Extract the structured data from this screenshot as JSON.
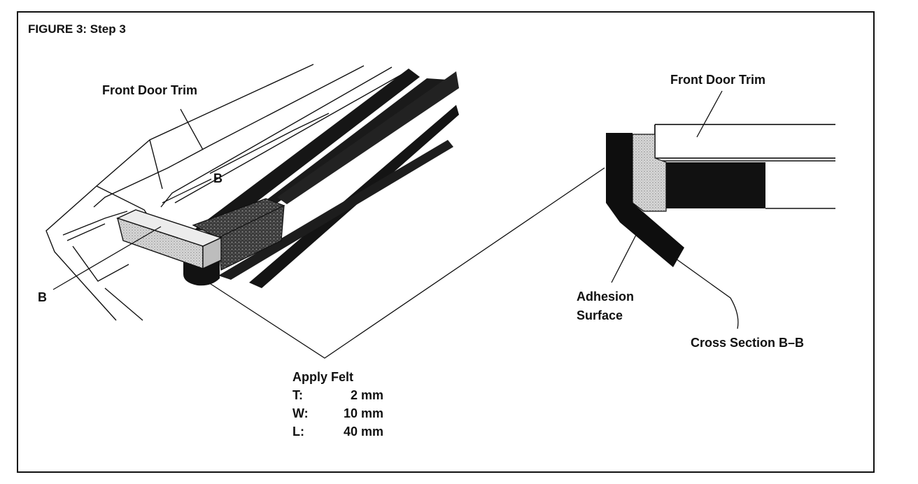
{
  "figure": {
    "title": "FIGURE 3: Step 3"
  },
  "left_view": {
    "trim_label": "Front Door Trim",
    "section_mark_top": "B",
    "section_mark_bottom": "B"
  },
  "right_view": {
    "trim_label": "Front Door Trim",
    "adhesion_label_line1": "Adhesion",
    "adhesion_label_line2": "Surface",
    "cross_section_label": "Cross Section B–B"
  },
  "felt_spec": {
    "heading": "Apply Felt",
    "rows": [
      {
        "key": "T:",
        "value": "2 mm"
      },
      {
        "key": "W:",
        "value": "10 mm"
      },
      {
        "key": "L:",
        "value": "40 mm"
      }
    ]
  },
  "colors": {
    "ink": "#111111",
    "felt_fill": "#cfcfcf",
    "panel_bg": "#ffffff"
  }
}
